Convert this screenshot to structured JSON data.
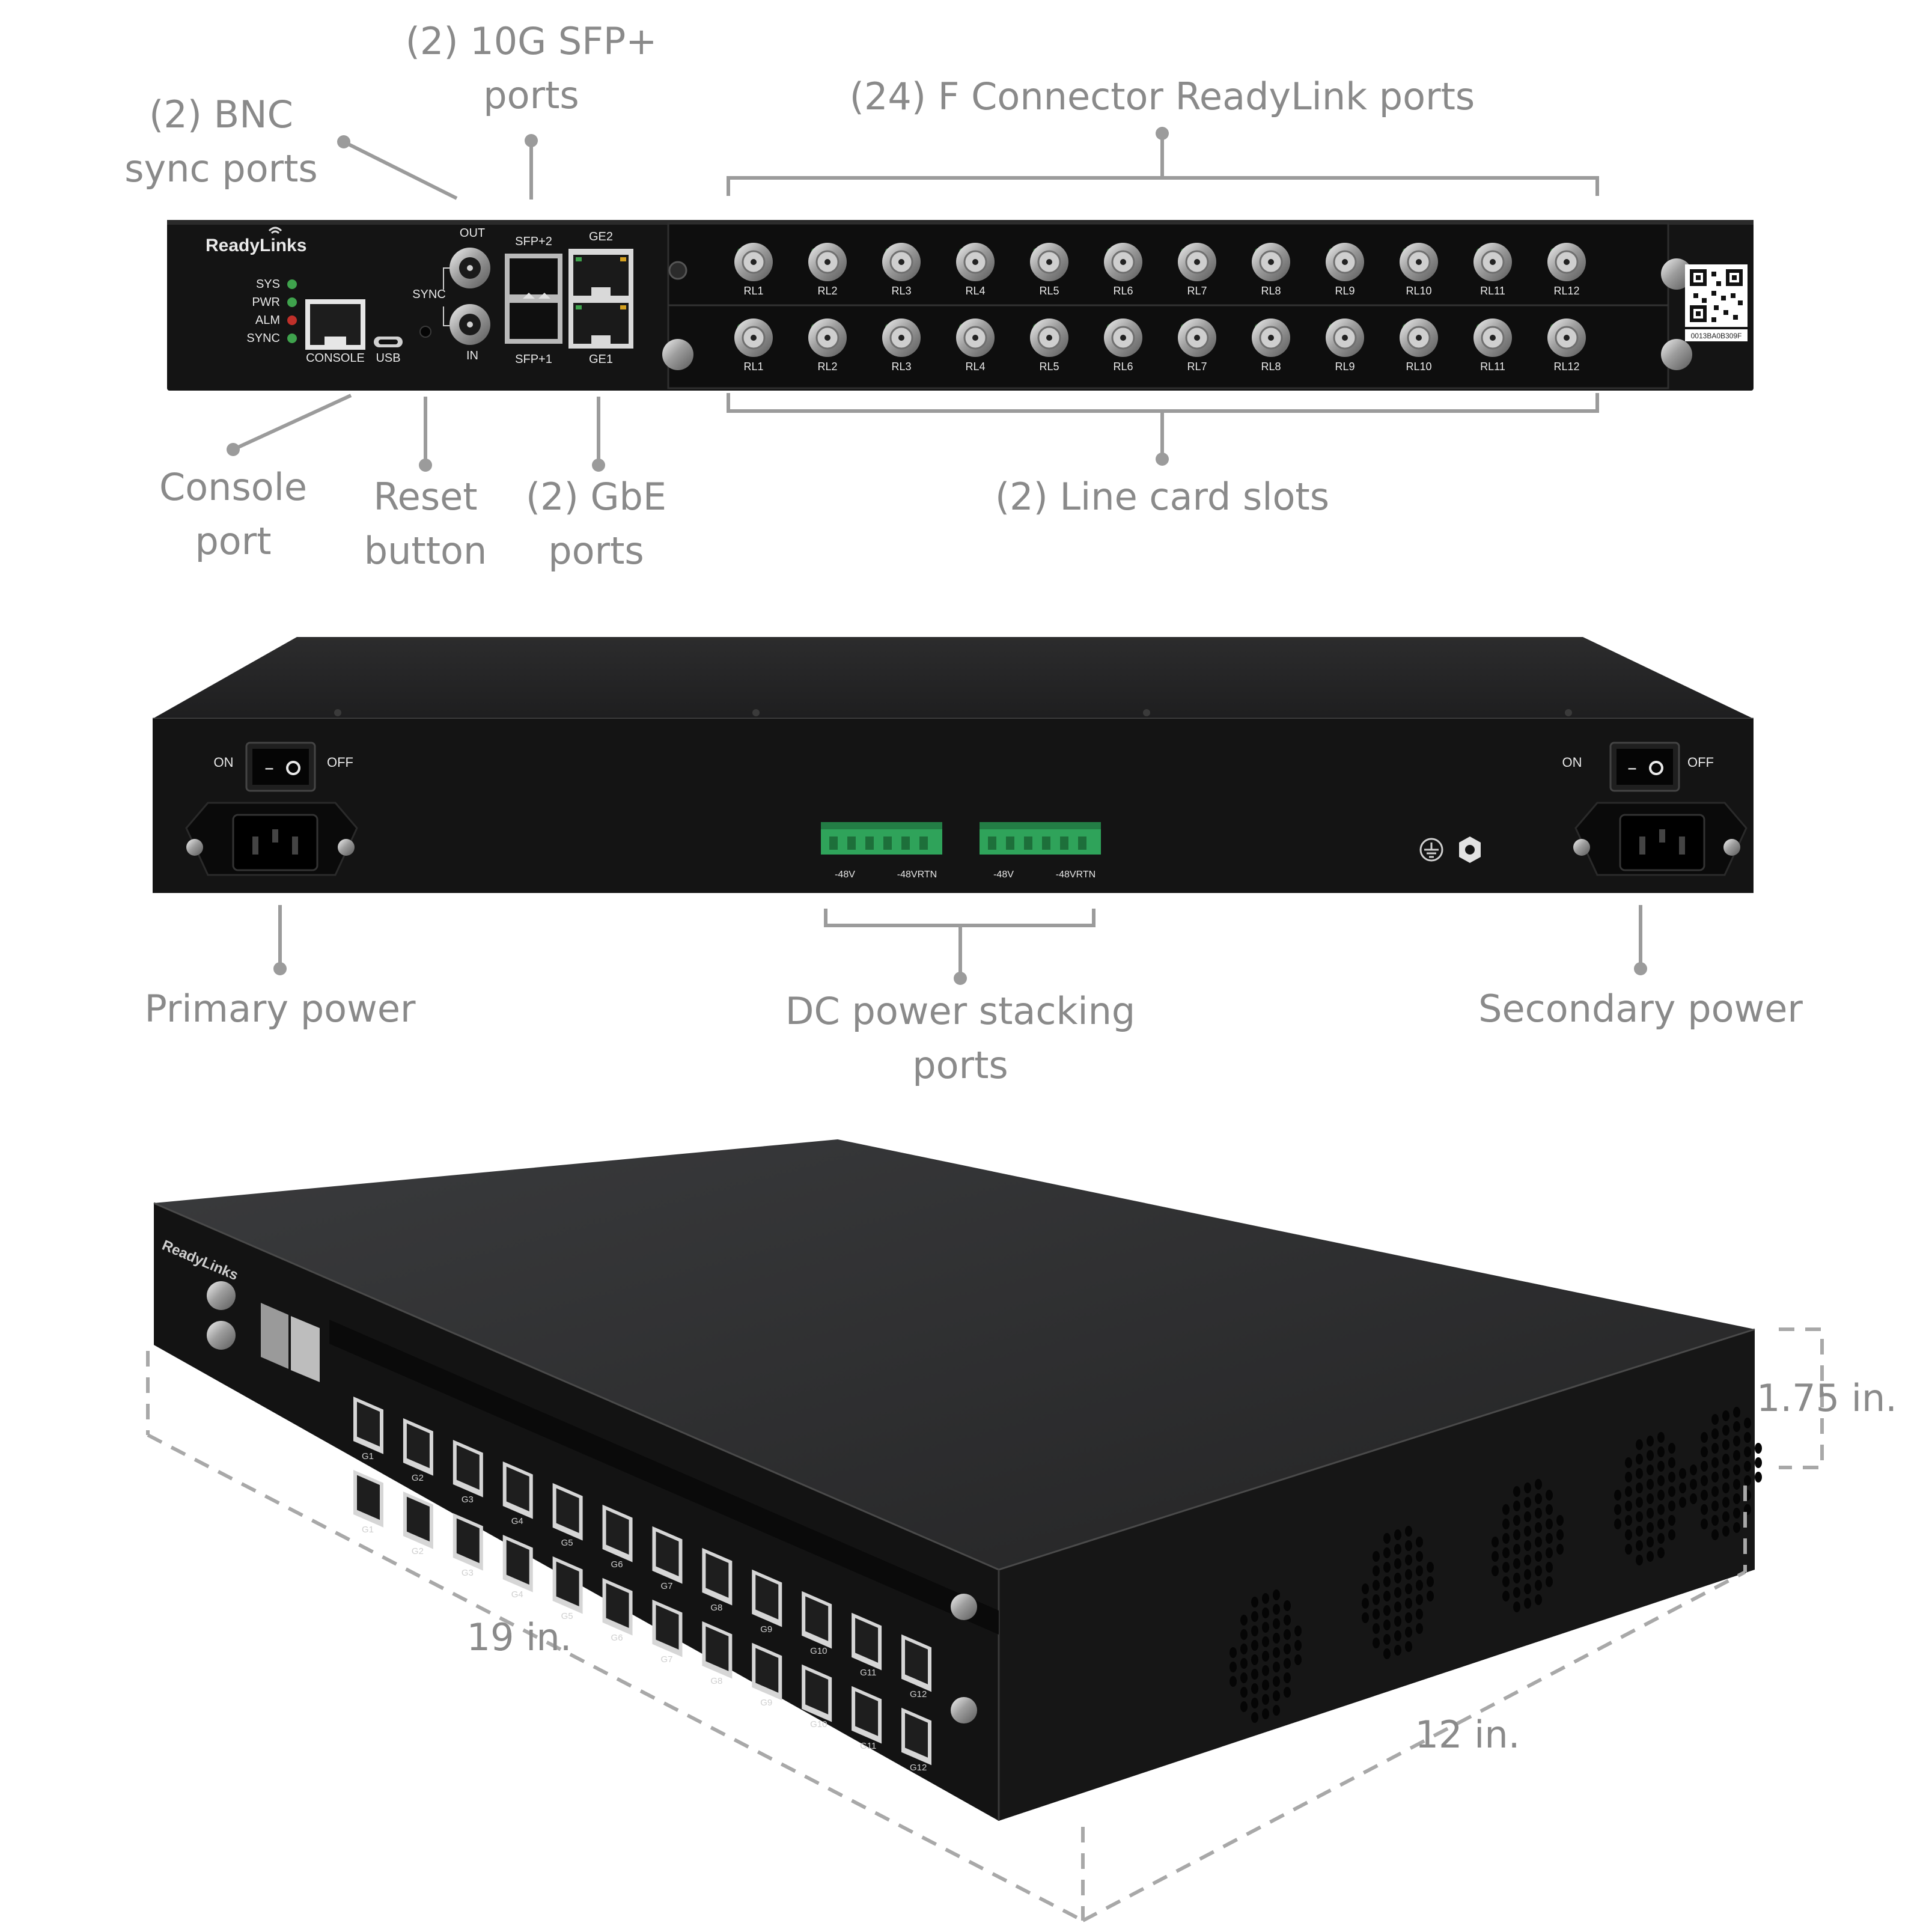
{
  "callouts": {
    "bnc_sync": [
      "(2) BNC",
      "sync ports"
    ],
    "sfp": [
      "(2) 10G SFP+",
      "ports"
    ],
    "f_connector": "(24) F Connector ReadyLink ports",
    "console": [
      "Console",
      "port"
    ],
    "reset": [
      "Reset",
      "button"
    ],
    "gbe": [
      "(2) GbE",
      "ports"
    ],
    "line_cards": "(2) Line card slots",
    "primary_power": "Primary power",
    "dc_stacking": [
      "DC power stacking",
      "ports"
    ],
    "secondary_power": "Secondary power"
  },
  "dimensions": {
    "height": "1.75 in.",
    "width": "19 in.",
    "depth": "12 in."
  },
  "front_panel": {
    "brand": "ReadyLinks",
    "leds": [
      "SYS",
      "PWR",
      "ALM",
      "SYNC"
    ],
    "console_label": "CONSOLE",
    "usb_label": "USB",
    "sync_label": "SYNC",
    "sync_out": "OUT",
    "sync_in": "IN",
    "sfp_top": "SFP+2",
    "sfp_bottom": "SFP+1",
    "ge_top": "GE2",
    "ge_bottom": "GE1",
    "port_labels": [
      "RL1",
      "RL2",
      "RL3",
      "RL4",
      "RL5",
      "RL6",
      "RL7",
      "RL8",
      "RL9",
      "RL10",
      "RL11",
      "RL12"
    ],
    "serial": "0013BA0B309F"
  },
  "rear_panel": {
    "on": "ON",
    "off": "OFF",
    "dc_labels": [
      "-48V",
      "-48VRTN",
      "-48V",
      "-48VRTN"
    ]
  },
  "iso_view": {
    "port_labels": [
      "G1",
      "G2",
      "G3",
      "G4",
      "G5",
      "G6",
      "G7",
      "G8",
      "G9",
      "G10",
      "G11",
      "G12"
    ]
  },
  "colors": {
    "chassis": "#1b1b1c",
    "panel": "#141414",
    "callout_text": "#8a8a8a",
    "led_green": "#3fa34d",
    "led_red": "#c0302a",
    "terminal_green": "#2fa35a"
  }
}
